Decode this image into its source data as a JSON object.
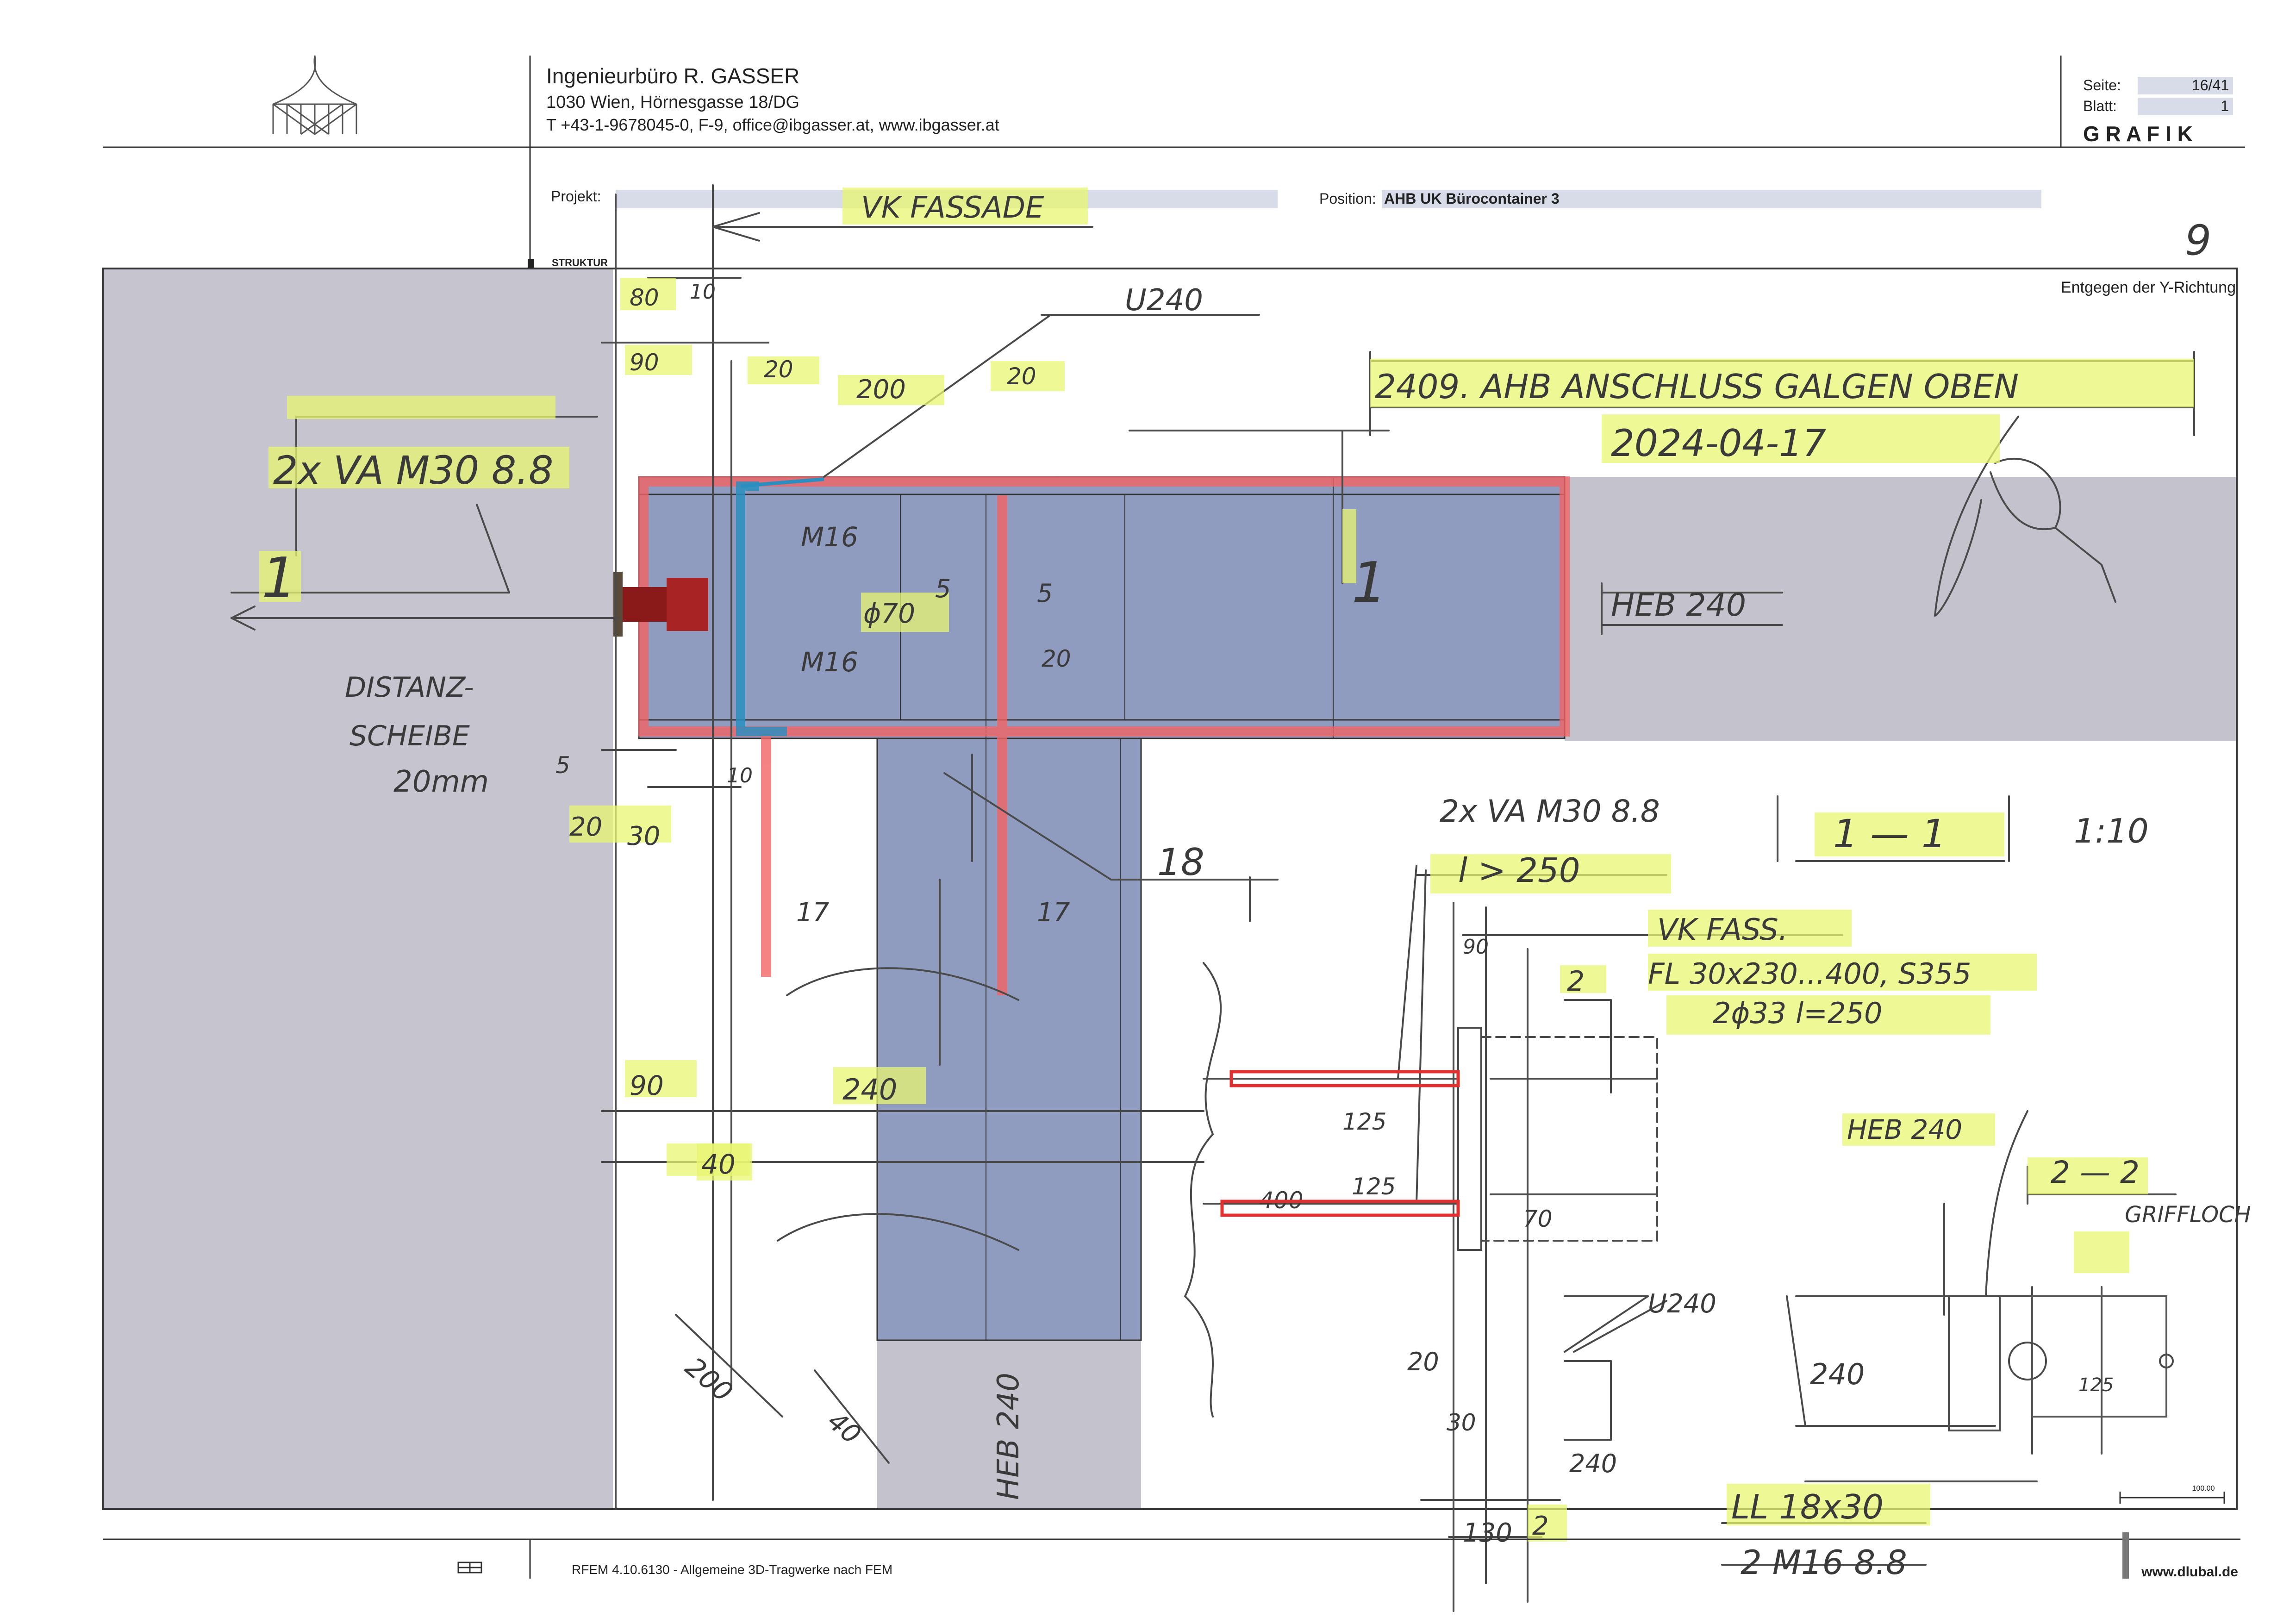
{
  "header": {
    "company": "Ingenieurbüro R. GASSER",
    "address": "1030 Wien, Hörnesgasse 18/DG",
    "contact": "T +43-1-9678045-0,  F-9,  office@ibgasser.at,  www.ibgasser.at",
    "page_label": "Seite:",
    "page_value": "16/41",
    "sheet_label": "Blatt:",
    "sheet_value": "1",
    "section": "G R A F I K",
    "project_label": "Projekt:",
    "position_label": "Position:",
    "position_value": "AHB UK Bürocontainer 3",
    "struktur": "STRUKTUR",
    "view_direction": "Entgegen der Y-Richtung",
    "handwritten_page": "9"
  },
  "footer": {
    "software": "RFEM 4.10.6130 - Allgemeine 3D-Tragwerke nach FEM",
    "website": "www.dlubal.de",
    "scale_value": "100.00"
  },
  "annotations": {
    "uk_fassade": "VK FASSADE",
    "u240_top": "U240",
    "title_note": "2409. AHB  ANSCHLUSS GALGEN OBEN",
    "date": "2024-04-17",
    "bolts_main": "2x VA M30 8.8",
    "section_mark": "1",
    "dim_80": "80",
    "dim_10": "10",
    "dim_90": "90",
    "dim_20a": "20",
    "dim_200": "200",
    "dim_20b": "20",
    "m16_a": "M16",
    "m16_b": "M16",
    "phi_70": "ϕ70",
    "dim_5a": "5",
    "dim_5b": "5",
    "dim_20c": "20",
    "heb240_right": "HEB 240",
    "distanz": "DISTANZ-",
    "scheibe": "SCHEIBE",
    "mm20": "20mm",
    "dim_5c": "5",
    "dim_20d": "20",
    "dim_30": "30",
    "dim_10b": "10",
    "dim_17a": "17",
    "dim_17b": "17",
    "weld_18": "18",
    "dim_90b": "90",
    "dim_240": "240",
    "dim_40": "40",
    "dim_200b": "200",
    "dim_40b": "40",
    "heb240_vertical": "HEB 240",
    "bolts_detail": "2x VA M30 8.8",
    "length_250": "l > 250",
    "section_1_1": "1 — 1",
    "scale": "1:10",
    "uk_fass": "VK FASS.",
    "plate": "FL 30x230...400, S355",
    "holes": "2ϕ33  l=250",
    "dim_90c": "90",
    "mark_2a": "2",
    "dim_125a": "125",
    "dim_125b": "125",
    "dim_400": "400",
    "dim_70": "70",
    "heb240_detail": "HEB 240",
    "section_2_2": "2 — 2",
    "griffloch": "GRIFFLOCH",
    "u240_bottom": "U240",
    "dim_240b": "240",
    "dim_125c": "125",
    "dim_20e": "20",
    "dim_30b": "30",
    "dim_240c": "240",
    "dim_130": "130",
    "mark_2b": "2",
    "plate2": "LL 18x30",
    "bolts_bottom": "2 M16 8.8"
  }
}
